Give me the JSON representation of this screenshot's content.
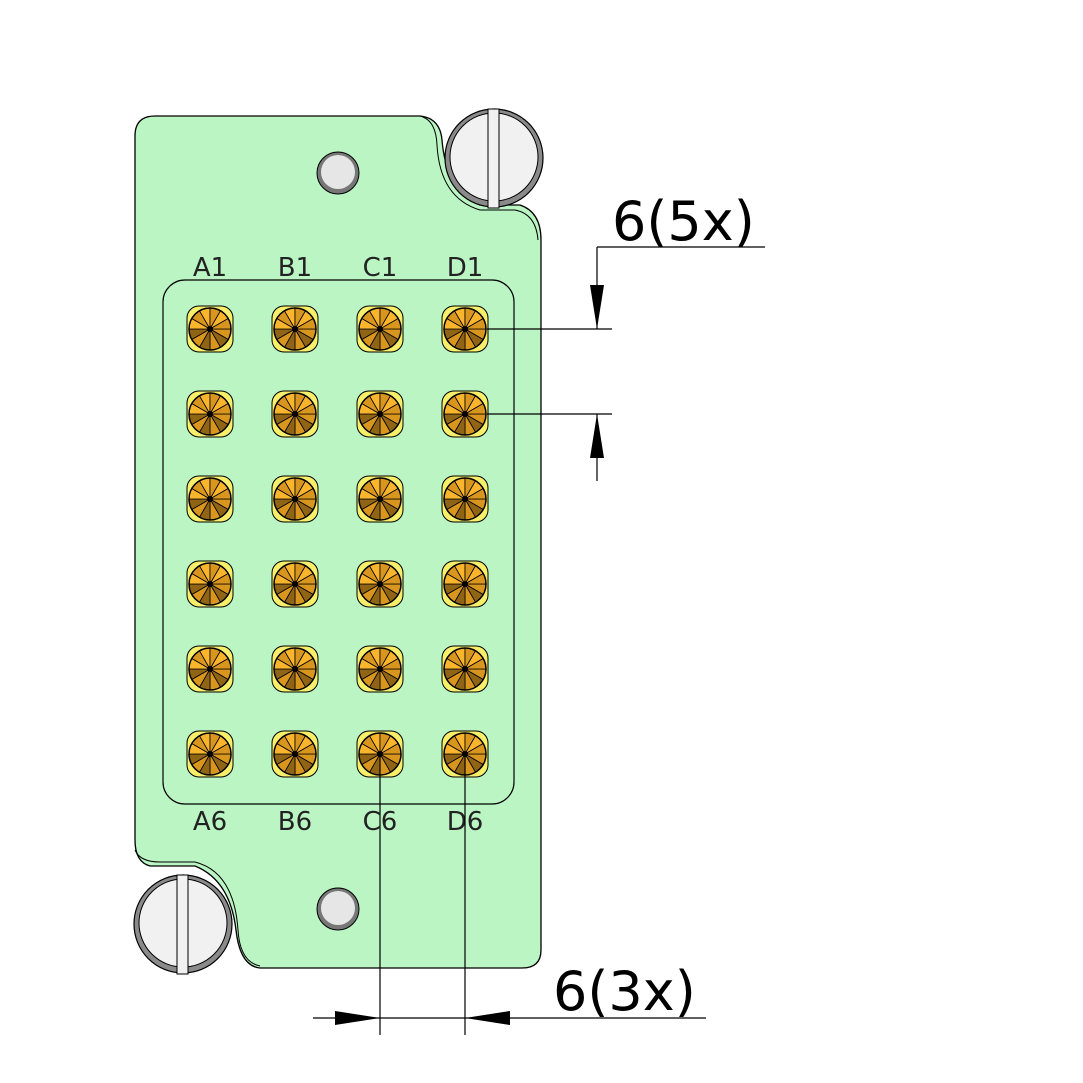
{
  "drawing": {
    "column_labels_top": [
      "A1",
      "B1",
      "C1",
      "D1"
    ],
    "column_labels_bottom": [
      "A6",
      "B6",
      "C6",
      "D6"
    ],
    "rows": 6,
    "columns": 4,
    "dimension_vertical": "6(5x)",
    "dimension_horizontal": "6(3x)"
  },
  "colors": {
    "board": "#baf5c3",
    "pin_outer": "#f7ee6a",
    "pin_light": "#fbb52d",
    "pin_mid": "#d9961f",
    "pin_dark": "#8f6414",
    "screw": "#f1f1f1",
    "screw_rim": "#8a8a8a"
  }
}
